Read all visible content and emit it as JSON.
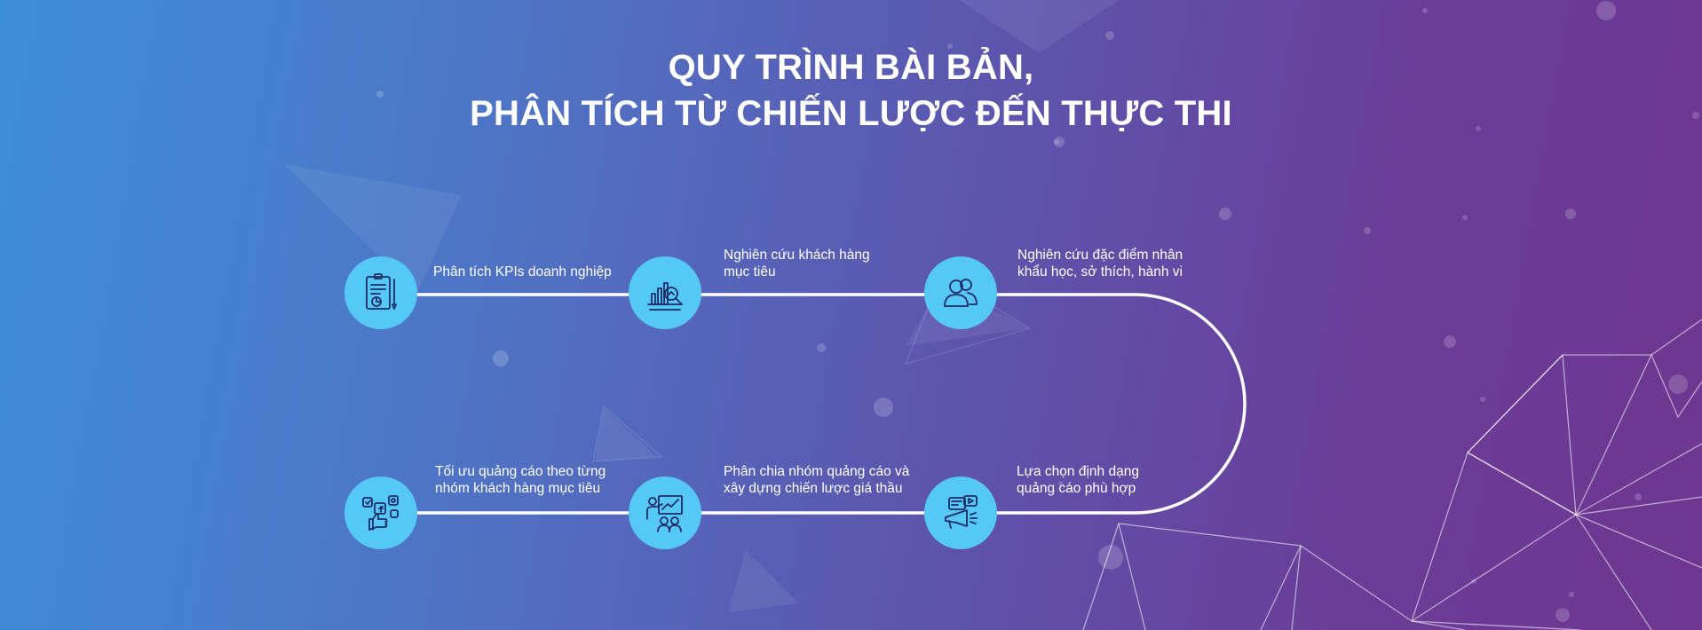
{
  "header": {
    "title_line1": "QUY TRÌNH BÀI BẢN,",
    "title_line2": "PHÂN TÍCH TỪ CHIẾN LƯỢC ĐẾN THỰC THI"
  },
  "colors": {
    "icon_circle": "#55c8f5",
    "icon_stroke": "#1f2a66",
    "timeline_line": "#ffffff",
    "bg_start": "#3d8fd6",
    "bg_end": "#6e3690"
  },
  "steps": [
    {
      "icon": "kpi-checklist-icon",
      "line1": "Phân tích KPIs doanh nghiệp",
      "line2": ""
    },
    {
      "icon": "research-chart-icon",
      "line1": "Nghiên cứu khách hàng",
      "line2": "mục tiêu"
    },
    {
      "icon": "users-icon",
      "line1": "Nghiên cứu đặc điểm nhân",
      "line2": "khẩu học, sở thích, hành vi"
    },
    {
      "icon": "megaphone-video-icon",
      "line1": "Lựa chọn định dạng",
      "line2": "quảng cáo phù hợp"
    },
    {
      "icon": "presentation-group-icon",
      "line1": "Phân chia nhóm quảng cáo và",
      "line2": "xây dựng chiến lược giá thầu"
    },
    {
      "icon": "social-thumbs-up-icon",
      "line1": "Tối ưu quảng cáo theo từng",
      "line2": "nhóm khách hàng mục tiêu"
    }
  ]
}
